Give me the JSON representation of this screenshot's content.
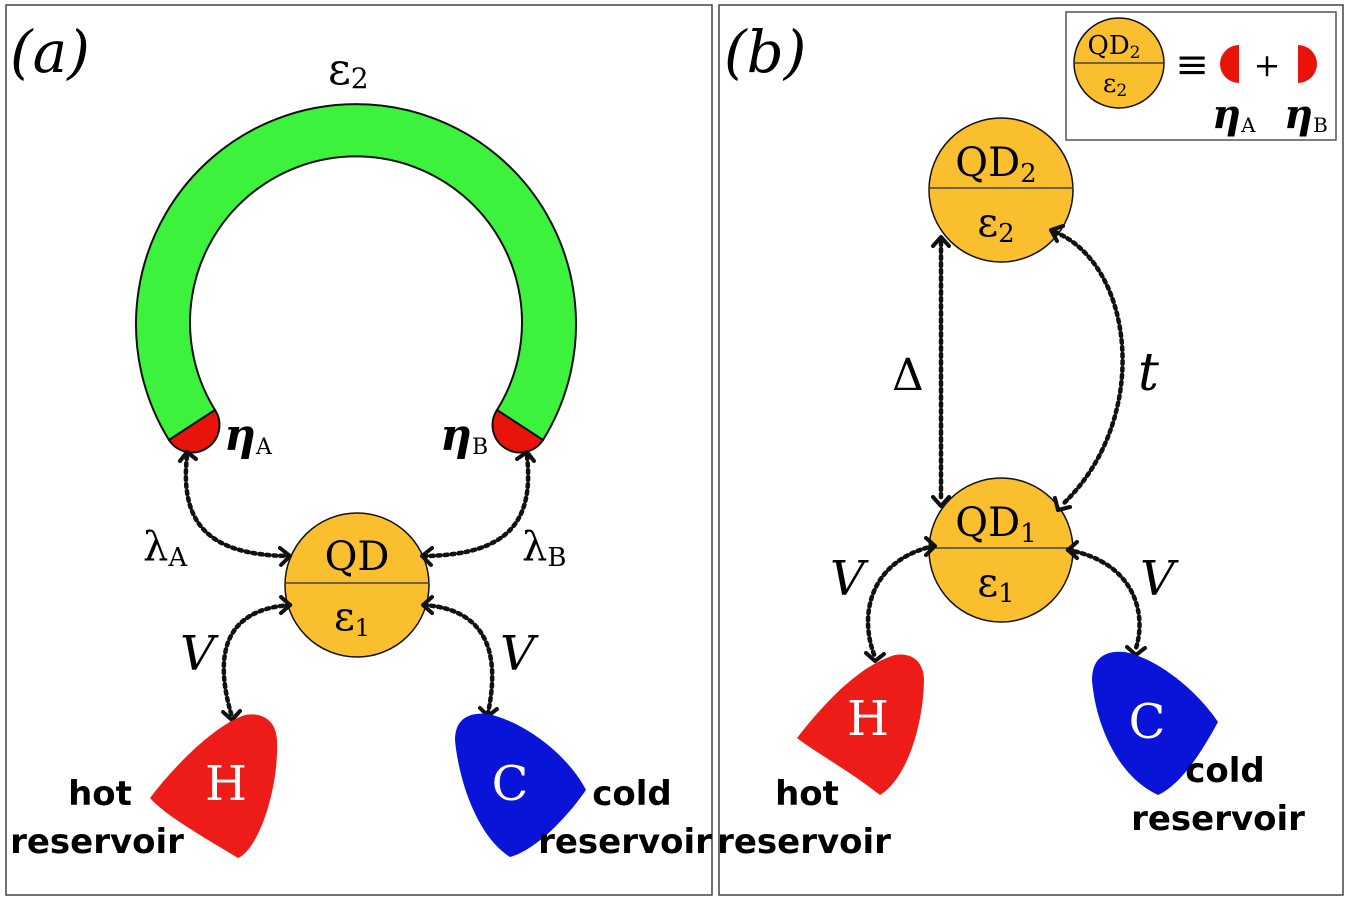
{
  "panel_a": {
    "label": "(a)",
    "ring_label": "ε",
    "ring_sub": "2",
    "eta_a": "η",
    "eta_a_sub": "A",
    "eta_b": "η",
    "eta_b_sub": "B",
    "lambda_a": "λ",
    "lambda_a_sub": "A",
    "lambda_b": "λ",
    "lambda_b_sub": "B",
    "qd_top": "QD",
    "qd_bottom": "ε",
    "qd_bottom_sub": "1",
    "v_left": "V",
    "v_right": "V",
    "hot_letter": "H",
    "cold_letter": "C",
    "hot_line1": "hot",
    "hot_line2": "reservoir",
    "cold_line1": "cold",
    "cold_line2": "reservoir"
  },
  "panel_b": {
    "label": "(b)",
    "legend": {
      "qd_top": "QD",
      "qd_top_sub": "2",
      "qd_bottom": "ε",
      "qd_bottom_sub": "2",
      "equiv": "≡",
      "plus": "+",
      "eta_a": "η",
      "eta_a_sub": "A",
      "eta_b": "η",
      "eta_b_sub": "B"
    },
    "qd2_top": "QD",
    "qd2_top_sub": "2",
    "qd2_bottom": "ε",
    "qd2_bottom_sub": "2",
    "qd1_top": "QD",
    "qd1_top_sub": "1",
    "qd1_bottom": "ε",
    "qd1_bottom_sub": "1",
    "delta": "Δ",
    "t": "t",
    "v_left": "V",
    "v_right": "V",
    "hot_letter": "H",
    "cold_letter": "C",
    "hot_line1": "hot",
    "hot_line2": "reservoir",
    "cold_line1": "cold",
    "cold_line2": "reservoir"
  },
  "colors": {
    "ring": "#3cf23c",
    "majorana": "#e8140c",
    "dot": "#f9bf2e",
    "hot": "#ee1c18",
    "cold": "#0a14d8"
  }
}
